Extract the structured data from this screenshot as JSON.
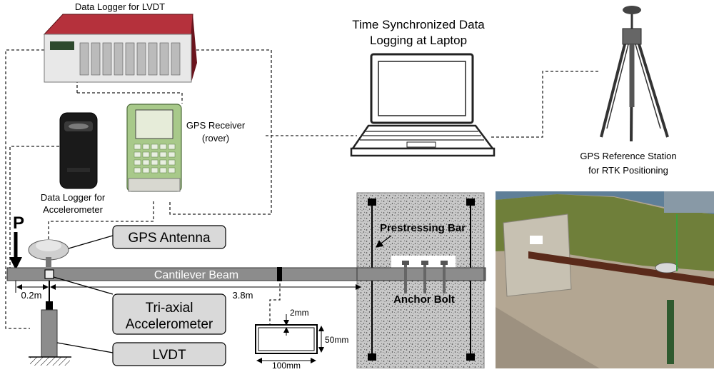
{
  "labels": {
    "data_logger_lvdt": "Data Logger for LVDT",
    "laptop_line1": "Time Synchronized Data",
    "laptop_line2": "Logging at Laptop",
    "gps_receiver_line1": "GPS Receiver",
    "gps_receiver_line2": "(rover)",
    "gps_ref_line1": "GPS Reference Station",
    "gps_ref_line2": "for RTK Positioning",
    "data_logger_acc_line1": "Data Logger for",
    "data_logger_acc_line2": "Accelerometer",
    "load_p": "P",
    "gps_antenna": "GPS Antenna",
    "cantilever_beam": "Cantilever Beam",
    "prestressing_bar": "Prestressing Bar",
    "anchor_bolt": "Anchor Bolt",
    "dim_02": "0.2m",
    "dim_38": "3.8m",
    "accel_line1": "Tri-axial",
    "accel_line2": "Accelerometer",
    "lvdt": "LVDT",
    "sec_thickness": "2mm",
    "sec_height": "50mm",
    "sec_width": "100mm"
  },
  "colors": {
    "callout_fill": "#d9d9d9",
    "beam_fill": "#8c8c8c",
    "logger_red": "#7a1a24",
    "receiver_green": "#9bbf7a",
    "photo_sky": "#5f7f98",
    "photo_grass": "#6f7f3a",
    "photo_ground": "#b3a692"
  }
}
